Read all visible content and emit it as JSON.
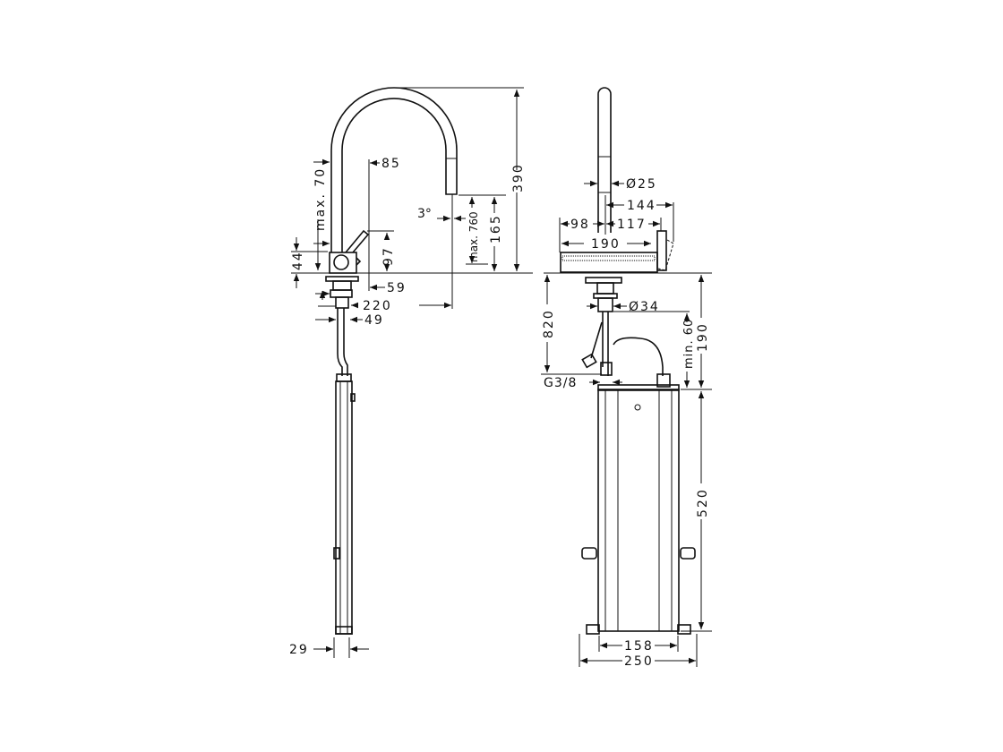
{
  "side_view": {
    "dims": {
      "height_total": "390",
      "spout_outlet_height": "165",
      "max_pullout": "max. 760",
      "angle": "3°",
      "lever_offset": "85",
      "max_deck": "max. 70",
      "lever_height": "97",
      "body_height": "44",
      "body_depth": "59",
      "reach": "220",
      "shank": "49",
      "box_depth": "29"
    }
  },
  "front_view": {
    "dims": {
      "spout_diameter": "Ø25",
      "lever_swing": "144",
      "left_width": "98",
      "right_width": "117",
      "plate_width": "190",
      "hose_length": "820",
      "under_height": "190",
      "min_clearance": "min. 60",
      "shank_diameter": "Ø34",
      "connection": "G3/8",
      "box_height": "520",
      "box_inner_width": "158",
      "box_width": "250"
    }
  }
}
